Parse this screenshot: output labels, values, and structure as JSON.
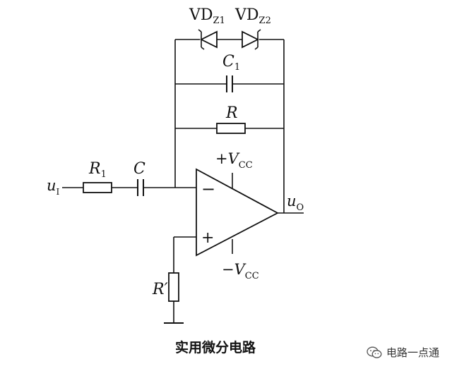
{
  "diagram": {
    "labels": {
      "vdz1_main": "VD",
      "vdz1_sub": "Z1",
      "vdz2_main": "VD",
      "vdz2_sub": "Z2",
      "c1_main": "C",
      "c1_sub": "1",
      "r": "R",
      "input_main": "u",
      "input_sub": "I",
      "r1_main": "R",
      "r1_sub": "1",
      "c": "C",
      "vcc_pos_sign": "+",
      "vcc_pos_main": "V",
      "vcc_pos_sub": "CC",
      "vcc_neg_sign": "−",
      "vcc_neg_main": "V",
      "vcc_neg_sub": "CC",
      "output_main": "u",
      "output_sub": "O",
      "r_prime": "R′",
      "minus_input": "−",
      "plus_input": "+"
    }
  },
  "caption": "实用微分电路",
  "watermark": {
    "text": "电路一点通",
    "icon": "wechat-icon"
  }
}
